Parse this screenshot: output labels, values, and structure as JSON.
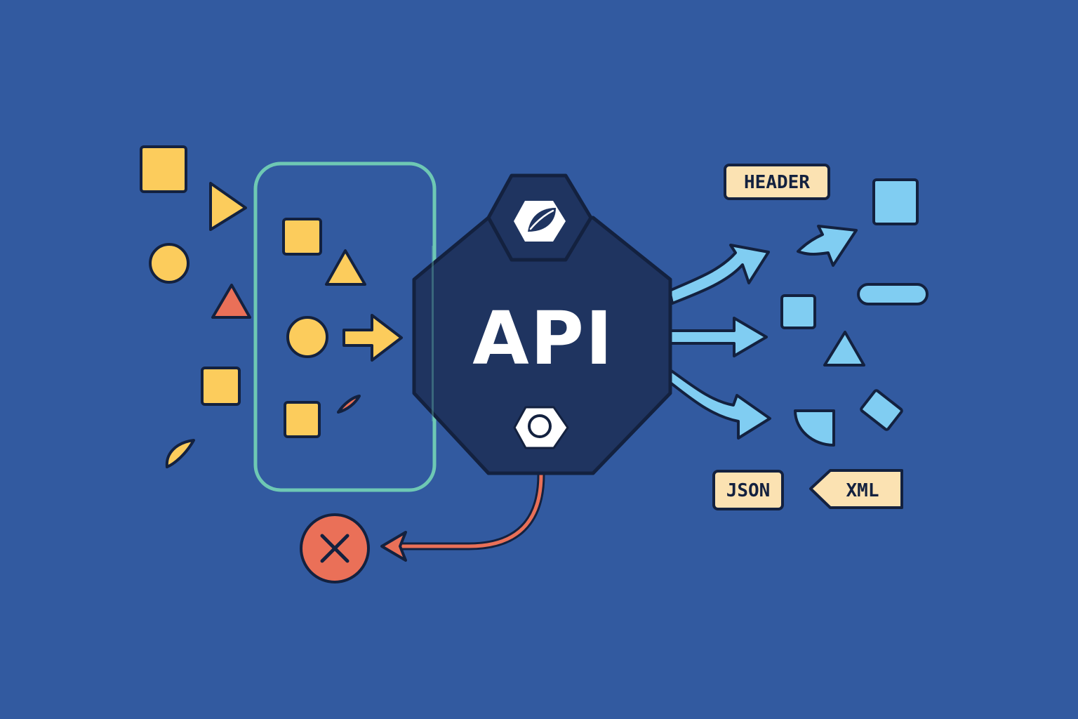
{
  "hub": {
    "label": "API"
  },
  "tags": {
    "header": "HEADER",
    "json": "JSON",
    "xml": "XML"
  },
  "icons": {
    "top_badge": "leaf-icon",
    "bottom_badge": "nut-icon",
    "error": "close-icon"
  },
  "colors": {
    "background": "#325aa0",
    "hub": "#1f3460",
    "outline": "#13213f",
    "input_shape": "#fccc5c",
    "input_accent": "#ea7058",
    "filter_frame": "#6ec8b4",
    "output_shape": "#80cdf2",
    "tag_fill": "#fbe2b2",
    "error": "#ea7058"
  }
}
